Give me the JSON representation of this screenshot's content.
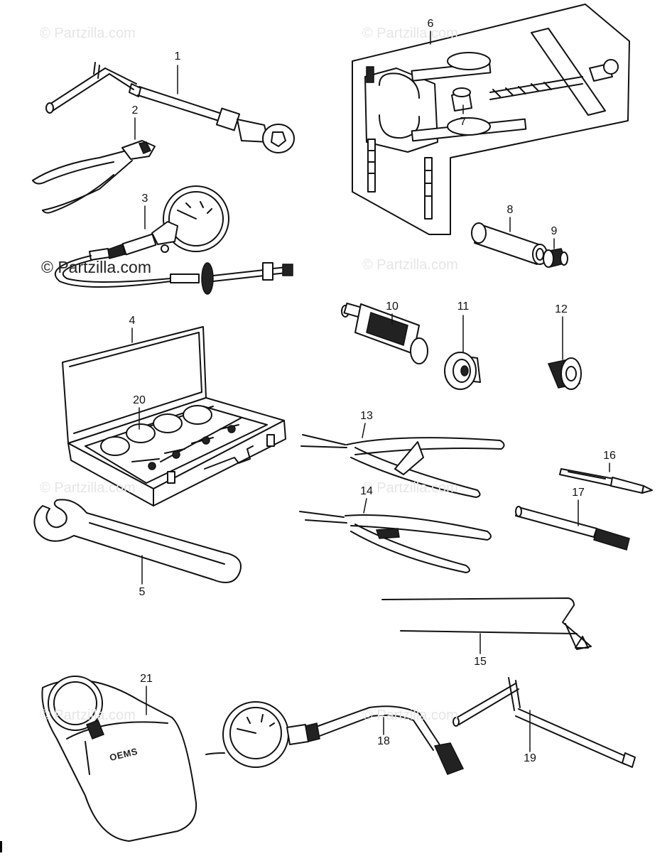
{
  "watermarks": {
    "light_text": "© Partzilla.com",
    "strong_text": "© Partzilla.com"
  },
  "callouts": {
    "n1": "1",
    "n2": "2",
    "n3": "3",
    "n4": "4",
    "n5": "5",
    "n6": "6",
    "n7": "7",
    "n8": "8",
    "n9": "9",
    "n10": "10",
    "n11": "11",
    "n12": "12",
    "n13": "13",
    "n14": "14",
    "n15": "15",
    "n16": "16",
    "n17": "17",
    "n18": "18",
    "n19": "19",
    "n20": "20",
    "n21": "21"
  },
  "gauge_case_text": "OEMS"
}
